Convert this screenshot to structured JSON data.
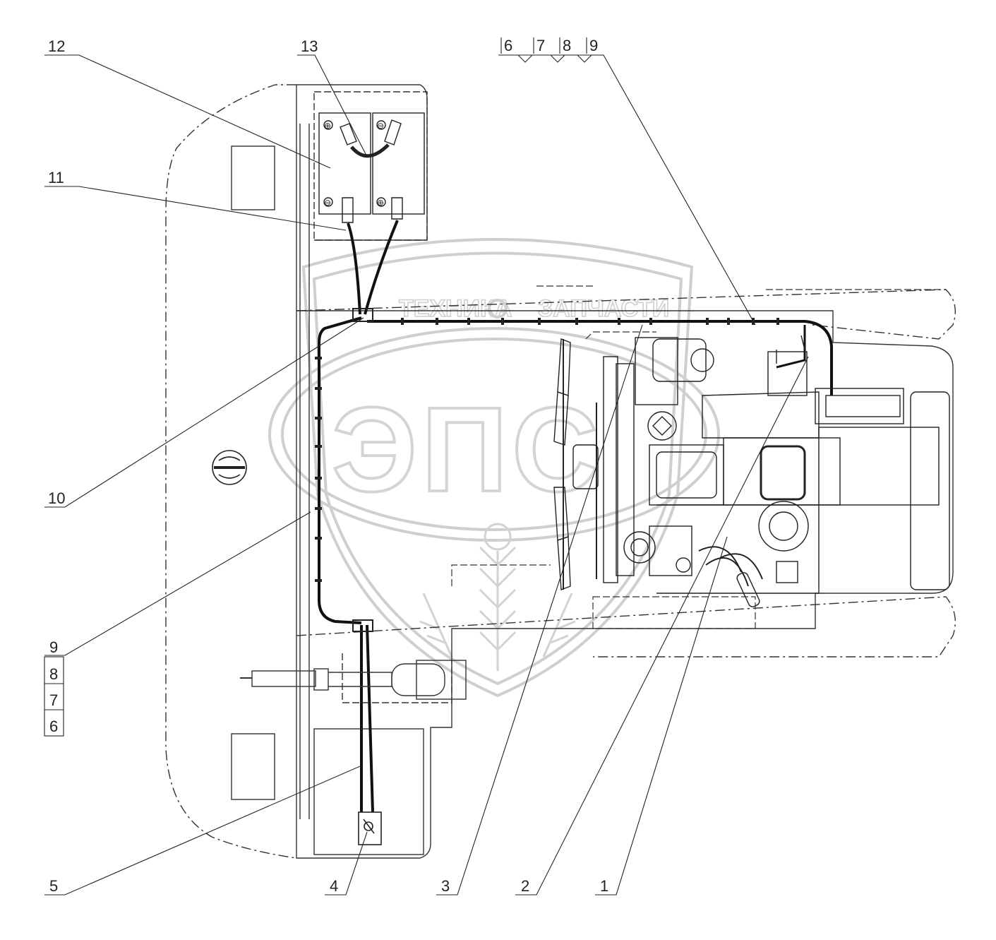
{
  "diagram": {
    "watermark": {
      "logo_letters": "ЭПС",
      "left_text": "ТЕХНИКА",
      "right_text": "ЗАПЧАСТИ"
    },
    "callouts": [
      {
        "num": "1"
      },
      {
        "num": "2"
      },
      {
        "num": "3"
      },
      {
        "num": "4"
      },
      {
        "num": "5"
      },
      {
        "num": "6"
      },
      {
        "num": "7"
      },
      {
        "num": "8"
      },
      {
        "num": "9"
      },
      {
        "num": "10"
      },
      {
        "num": "11"
      },
      {
        "num": "12"
      },
      {
        "num": "13"
      }
    ],
    "top_group": [
      "6",
      "7",
      "8",
      "9"
    ],
    "left_stack": [
      "9",
      "8",
      "7",
      "6"
    ],
    "battery_terminals": {
      "plus": "⊕",
      "minus": "⊖"
    }
  }
}
